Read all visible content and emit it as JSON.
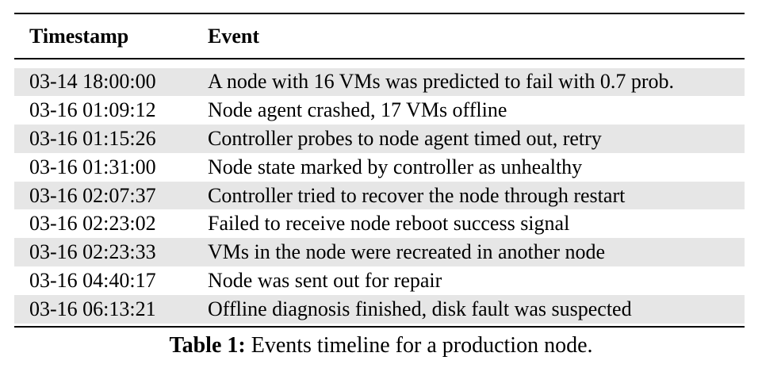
{
  "table": {
    "headers": {
      "timestamp": "Timestamp",
      "event": "Event"
    },
    "rows": [
      {
        "timestamp": "03-14 18:00:00",
        "event": "A node with 16 VMs was predicted to fail with 0.7 prob."
      },
      {
        "timestamp": "03-16 01:09:12",
        "event": "Node agent crashed, 17 VMs offline"
      },
      {
        "timestamp": "03-16 01:15:26",
        "event": "Controller probes to node agent timed out, retry"
      },
      {
        "timestamp": "03-16 01:31:00",
        "event": "Node state marked by controller as unhealthy"
      },
      {
        "timestamp": "03-16 02:07:37",
        "event": "Controller tried to recover the node through restart"
      },
      {
        "timestamp": "03-16 02:23:02",
        "event": "Failed to receive node reboot success signal"
      },
      {
        "timestamp": "03-16 02:23:33",
        "event": "VMs in the node were recreated in another node"
      },
      {
        "timestamp": "03-16 04:40:17",
        "event": "Node was sent out for repair"
      },
      {
        "timestamp": "03-16 06:13:21",
        "event": "Offline diagnosis finished, disk fault was suspected"
      }
    ],
    "row_shading_color": "#e6e6e6"
  },
  "caption": {
    "label": "Table 1:",
    "text": " Events timeline for a production node."
  }
}
